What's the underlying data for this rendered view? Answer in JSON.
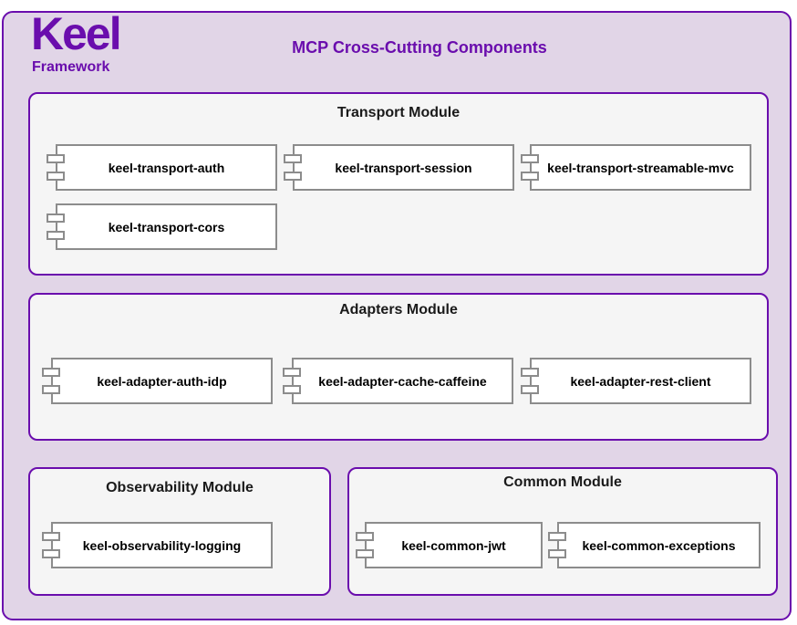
{
  "logo": {
    "word": "Keel",
    "sub": "Framework"
  },
  "title": "MCP Cross-Cutting Components",
  "modules": {
    "transport": {
      "title": "Transport Module",
      "components": [
        "keel-transport-auth",
        "keel-transport-session",
        "keel-transport-streamable-mvc",
        "keel-transport-cors"
      ]
    },
    "adapters": {
      "title": "Adapters Module",
      "components": [
        "keel-adapter-auth-idp",
        "keel-adapter-cache-caffeine",
        "keel-adapter-rest-client"
      ]
    },
    "observability": {
      "title": "Observability Module",
      "components": [
        "keel-observability-logging"
      ]
    },
    "common": {
      "title": "Common Module",
      "components": [
        "keel-common-jwt",
        "keel-common-exceptions"
      ]
    }
  },
  "colors": {
    "accent": "#6a0dad",
    "background": "#e1d5e7",
    "module_fill": "#f5f5f5",
    "component_border": "#8c8c8c"
  }
}
